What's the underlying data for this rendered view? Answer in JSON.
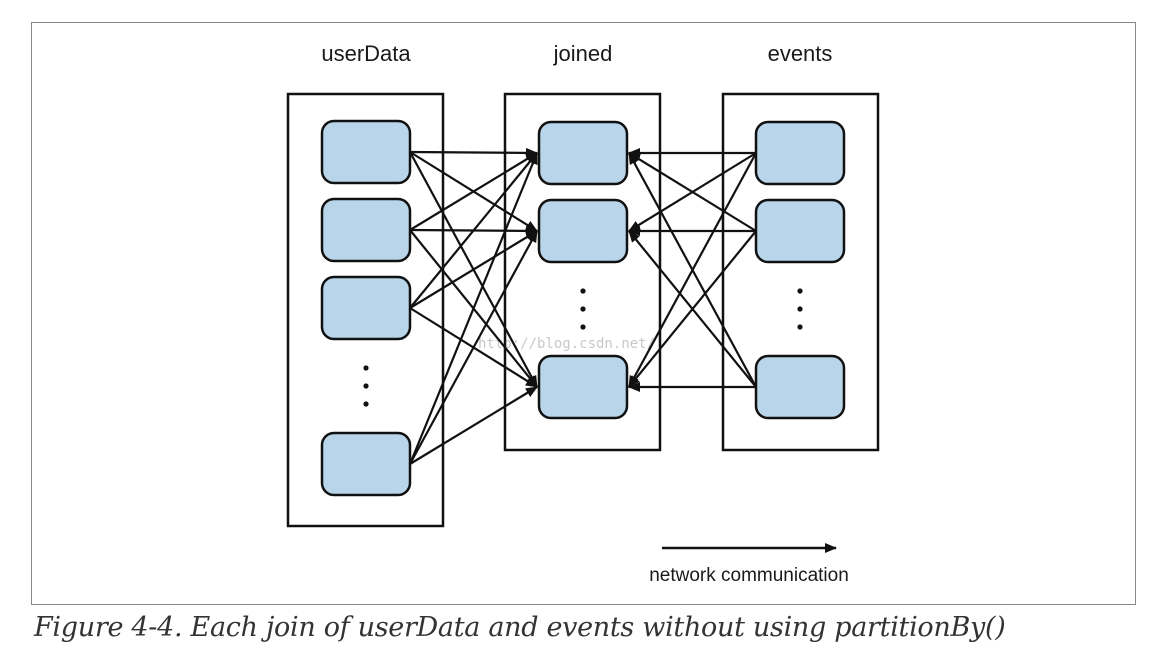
{
  "diagram": {
    "columns": [
      {
        "id": "userData",
        "title": "userData",
        "items": [
          "block",
          "block",
          "block",
          "ellipsis",
          "block"
        ]
      },
      {
        "id": "joined",
        "title": "joined",
        "items": [
          "block",
          "block",
          "ellipsis",
          "block"
        ]
      },
      {
        "id": "events",
        "title": "events",
        "items": [
          "block",
          "block",
          "ellipsis",
          "block"
        ]
      }
    ],
    "edges_userData_to_joined": "all-to-all",
    "edges_events_to_joined": "all-to-all",
    "legend_label": "network communication",
    "watermark": "http://blog.csdn.net/",
    "colors": {
      "block_fill": "#b8d5ea",
      "block_stroke": "#111111",
      "panel_stroke": "#111111",
      "edge": "#111111"
    }
  },
  "caption": "Figure 4-4. Each join of userData and events without using partitionBy()"
}
